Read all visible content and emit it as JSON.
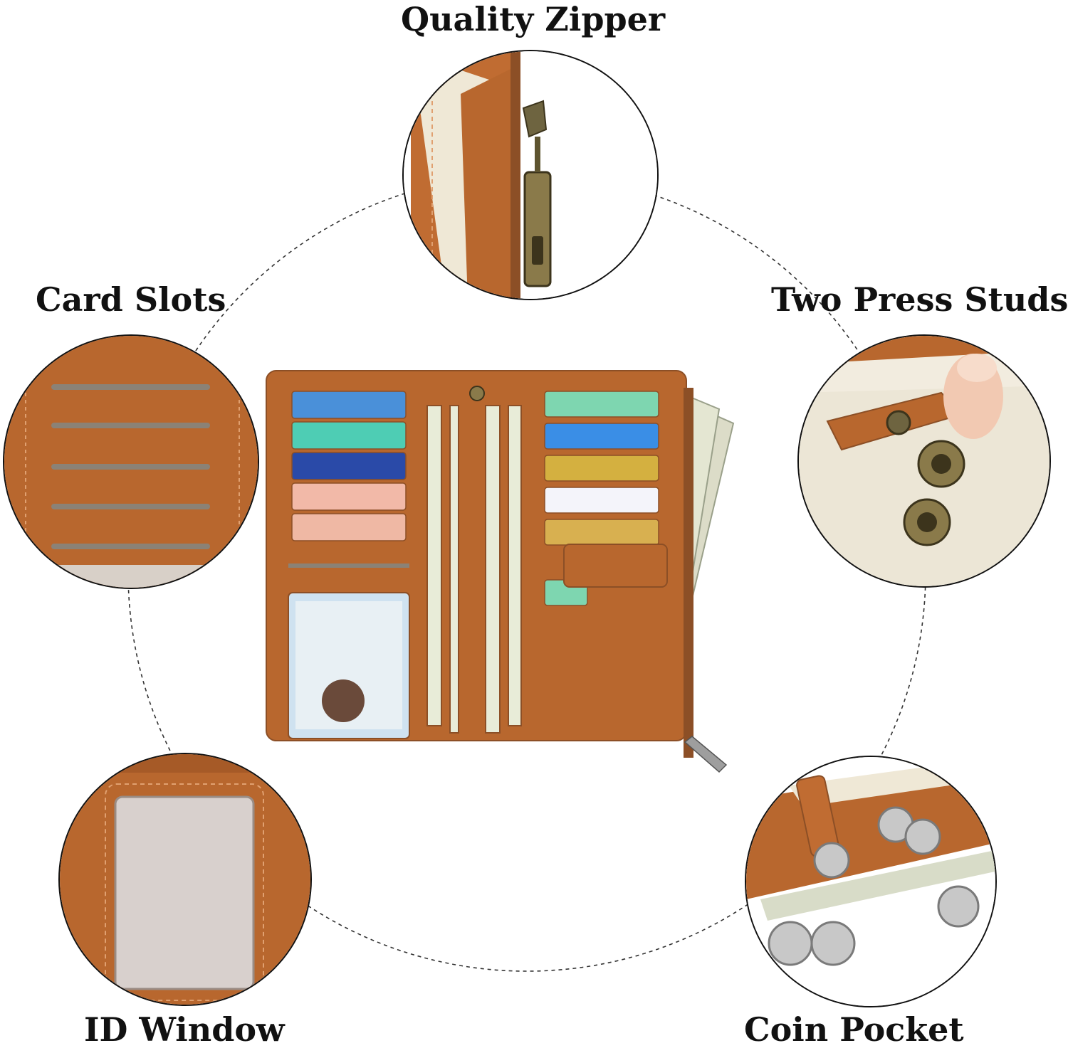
{
  "labels": {
    "quality_zipper": "Quality Zipper",
    "card_slots": "Card Slots",
    "two_press_studs": "Two Press Studs",
    "id_window": "ID Window",
    "coin_pocket": "Coin Pocket"
  },
  "colors": {
    "leather": "#b8672e",
    "leather_dark": "#9a5222",
    "cream": "#efe9da",
    "brass": "#8a7a4a",
    "background": "#ffffff"
  },
  "icons": [
    "zipper-pull",
    "snap-button",
    "coin",
    "banknote",
    "card"
  ]
}
